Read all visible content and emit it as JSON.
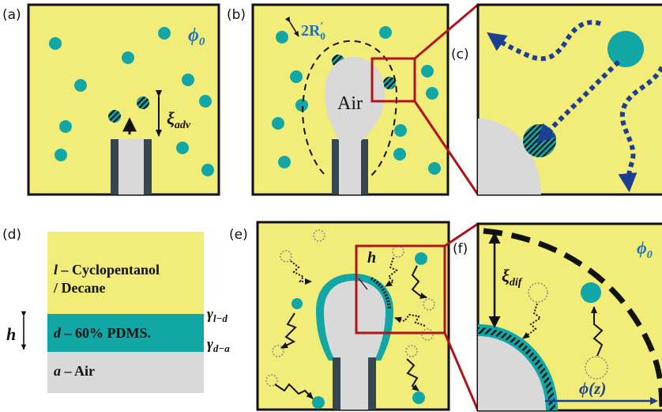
{
  "colors": {
    "matrix_yellow": "#f2ec78",
    "particle_teal": "#11a7a7",
    "air_grey": "#d9d9d9",
    "tube_dark": "#37474f",
    "frame_black": "#111111",
    "zoom_red": "#b0141a",
    "arrow_navy": "#1c3f94",
    "phi_blue": "#1f72c1"
  },
  "panels": {
    "a": {
      "label": "(a)",
      "phi0": "ϕ0",
      "phi0_base": "ϕ",
      "phi0_sub": "0",
      "xi_base": "ξ",
      "xi_sub": "adv"
    },
    "b": {
      "label": "(b)",
      "radius": "2R",
      "radius_sup": "′",
      "radius_sub": "0",
      "air_label": "Air"
    },
    "c": {
      "label": "(c)"
    },
    "d": {
      "label": "(d)",
      "layer_l_prefix": "l",
      "layer_l_line1": " – Cyclopentanol",
      "layer_l_line2": "/ Decane",
      "layer_d_prefix": "d",
      "layer_d_text": " – 60% PDMS.",
      "layer_a_prefix": "a",
      "layer_a_text": " – Air",
      "thickness": "h",
      "gamma_ld_base": "γ",
      "gamma_ld_sub": "l−d",
      "gamma_da_base": "γ",
      "gamma_da_sub": "d−a"
    },
    "e": {
      "label": "(e)",
      "thickness": "h"
    },
    "f": {
      "label": "(f)",
      "phi0_base": "ϕ",
      "phi0_sub": "0",
      "xi_base": "ξ",
      "xi_sub": "dif",
      "phiz": "ϕ(z)"
    }
  },
  "icons": [
    "particle-icon",
    "hatched-particle-icon",
    "dashed-particle-icon",
    "squiggle-arrow-icon",
    "double-arrow-icon",
    "dotted-arrow-icon"
  ]
}
